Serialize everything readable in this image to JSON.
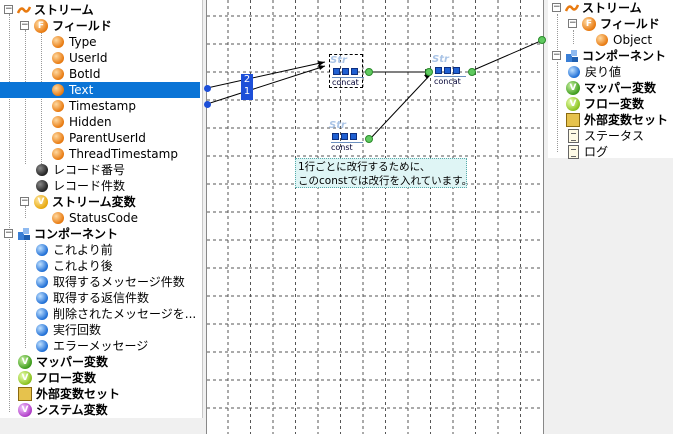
{
  "left_tree": {
    "stream": "ストリーム",
    "fields": "フィールド",
    "field_items": [
      "Type",
      "UserId",
      "BotId",
      "Text",
      "Timestamp",
      "Hidden",
      "ParentUserId",
      "ThreadTimestamp"
    ],
    "record_number": "レコード番号",
    "record_count": "レコード件数",
    "stream_vars": "ストリーム変数",
    "status_code": "StatusCode",
    "component": "コンポーネント",
    "comp_items": [
      "これより前",
      "これより後",
      "取得するメッセージ件数",
      "取得する返信件数",
      "削除されたメッセージを...",
      "実行回数",
      "エラーメッセージ"
    ],
    "mapper_vars": "マッパー変数",
    "flow_vars": "フロー変数",
    "external_vars": "外部変数セット",
    "system_vars": "システム変数"
  },
  "canvas": {
    "node_title": "Str",
    "concat_label": "concat",
    "const_label": "const",
    "num_box_top": "2",
    "num_box_bottom": "1",
    "comment_line1": "1行ごとに改行するために、",
    "comment_line2": "このconstでは改行を入れています。"
  },
  "right_tree": {
    "stream": "ストリーム",
    "fields": "フィールド",
    "object": "Object",
    "component": "コンポーネント",
    "return_value": "戻り値",
    "mapper_vars": "マッパー変数",
    "flow_vars": "フロー変数",
    "external_vars": "外部変数セット",
    "status": "ステータス",
    "log": "ログ"
  },
  "colors": {
    "selection": "#0a74d6",
    "node_block": "#1f5fd1",
    "port_green": "#5fc95f",
    "comment_bg": "#dff5f5"
  }
}
